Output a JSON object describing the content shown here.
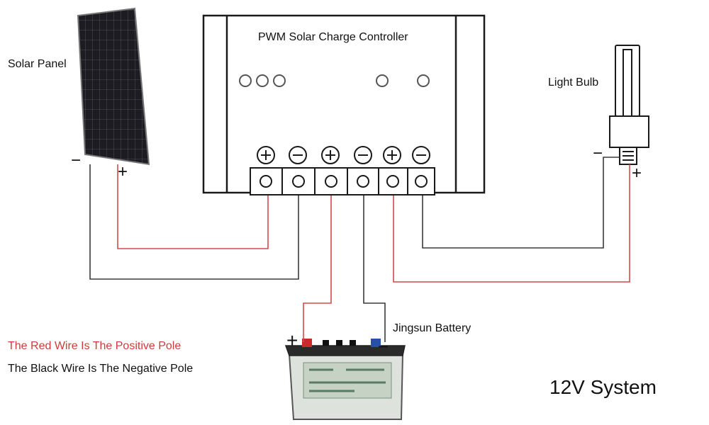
{
  "labels": {
    "solar_panel": "Solar Panel",
    "controller": "PWM Solar Charge Controller",
    "light_bulb": "Light Bulb",
    "battery": "Jingsun Battery",
    "system": "12V System"
  },
  "legend": {
    "red": "The Red Wire Is The Positive Pole",
    "black": "The Black Wire Is The Negative Pole"
  },
  "polarity": {
    "positive": "+",
    "negative": "−"
  },
  "colors": {
    "positive_wire": "#d24a4a",
    "negative_wire": "#3a3a3a",
    "legend_red": "#d23a3a"
  }
}
